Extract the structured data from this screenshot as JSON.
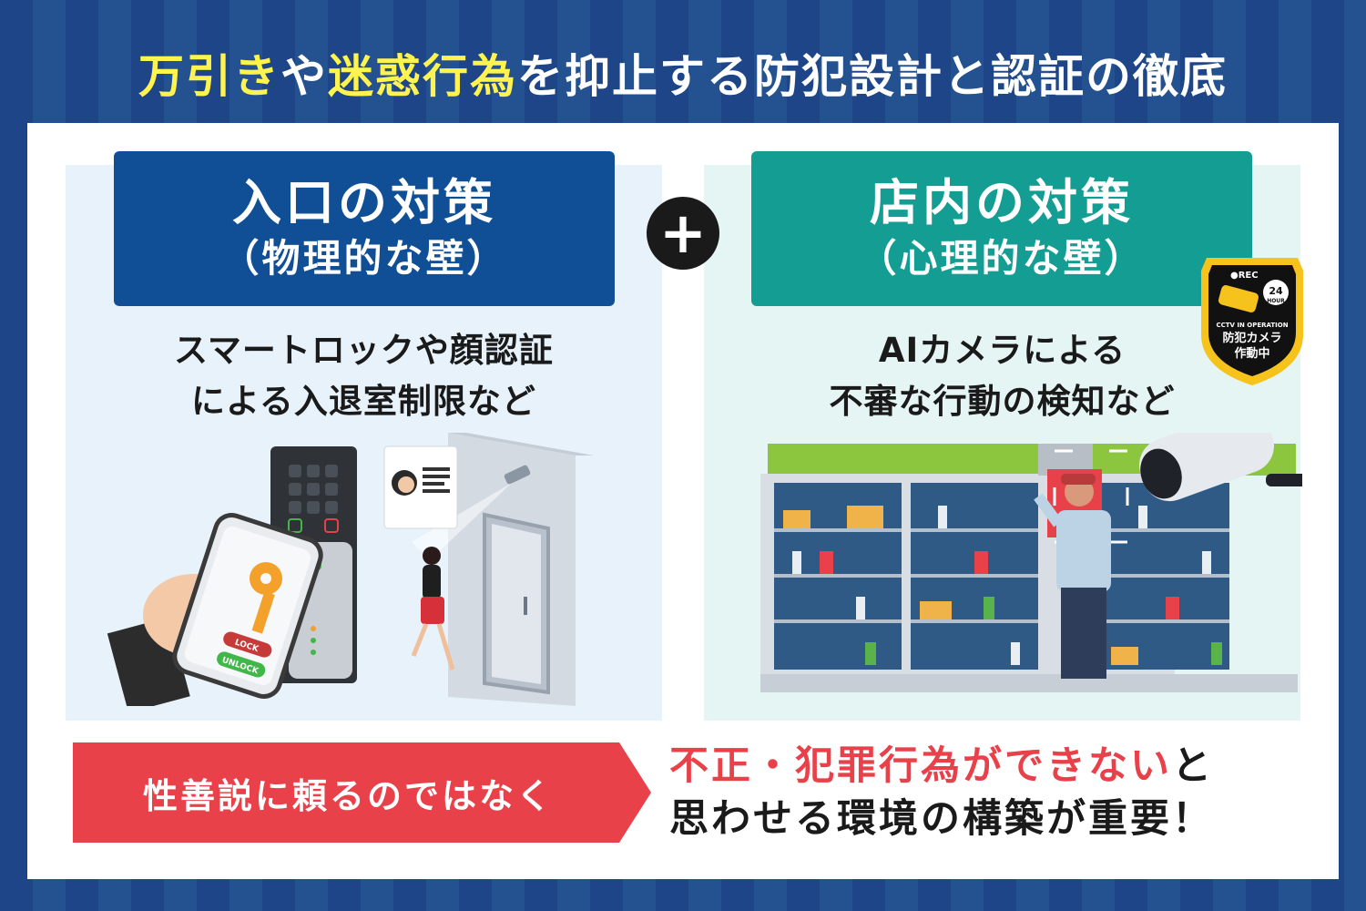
{
  "title": {
    "part1": "万引き",
    "part2": "や",
    "part3": "迷惑行為",
    "part4": "を抑止する防犯設計と認証の徹底"
  },
  "left": {
    "heading_line1": "入口の対策",
    "heading_line2": "（物理的な壁）",
    "desc_line1": "スマートロックや顔認証",
    "desc_line2": "による入退室制限など",
    "phone_lock": "LOCK",
    "phone_unlock": "UNLOCK"
  },
  "plus": "+",
  "right": {
    "heading_line1": "店内の対策",
    "heading_line2": "（心理的な壁）",
    "desc_line1": "AIカメラによる",
    "desc_line2": "不審な行動の検知など"
  },
  "badge": {
    "rec": "●REC",
    "hours_num": "24",
    "hours_label": "HOUR",
    "cctv": "CCTV IN OPERATION",
    "line1": "防犯カメラ",
    "line2": "作動中"
  },
  "banner": "性善説に頼るのではなく",
  "conclusion": {
    "red": "不正・犯罪行為ができない",
    "black1": "と",
    "line2": "思わせる環境の構築が重要！"
  },
  "colors": {
    "background": "#1f4a8c",
    "highlight": "#fff44f",
    "left_heading": "#104f96",
    "right_heading": "#139d93",
    "banner": "#e8414a"
  }
}
